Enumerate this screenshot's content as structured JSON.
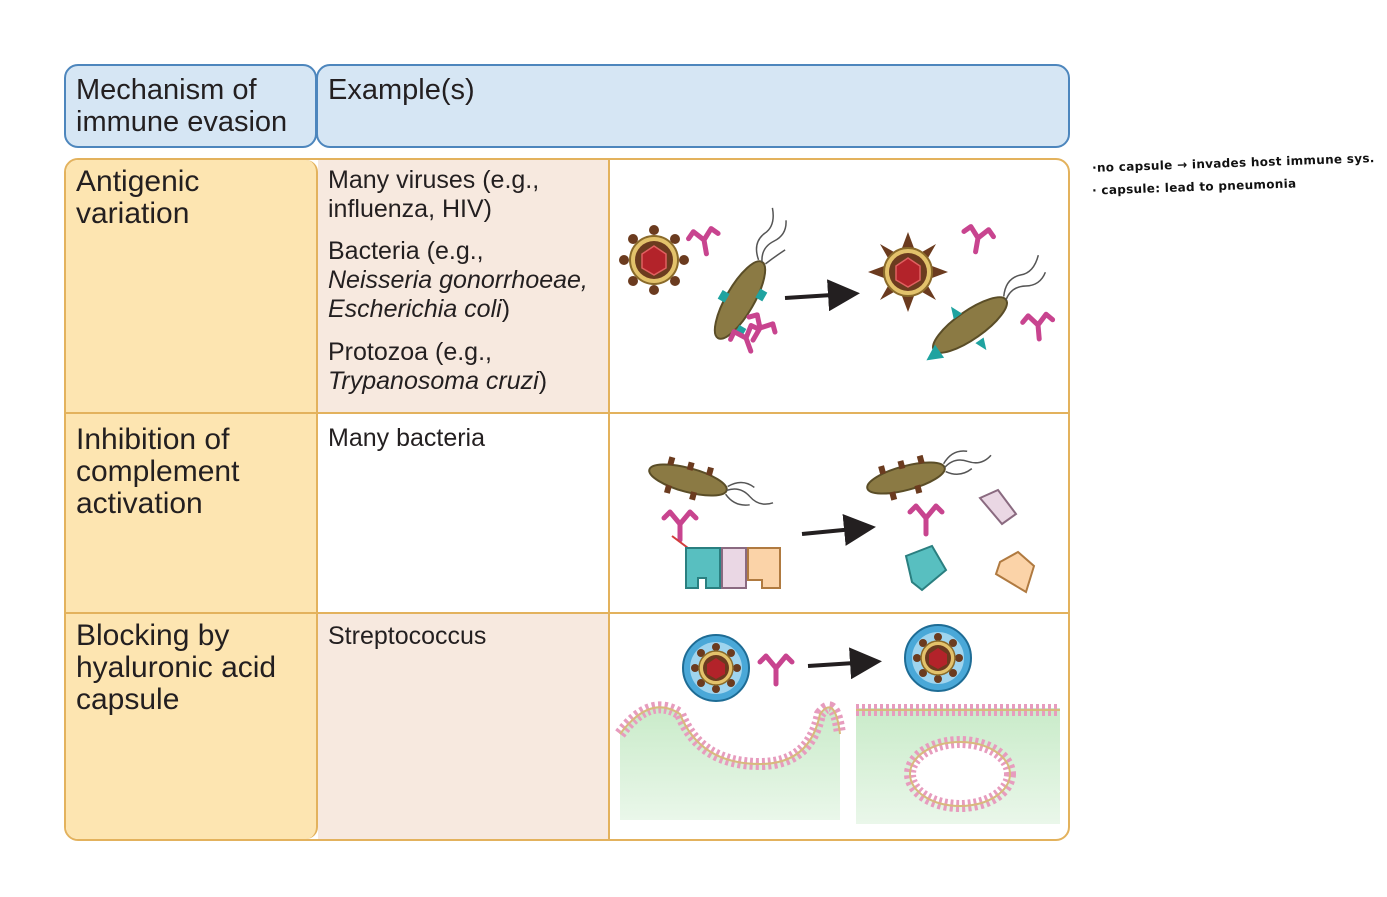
{
  "header": {
    "mechanism": "Mechanism of\nimmune evasion",
    "examples": "Example(s)"
  },
  "rows": [
    {
      "mechanism": "Antigenic\nvariation",
      "examples": {
        "line1": "Many viruses (e.g.,\ninfluenza, HIV)",
        "line2a": "Bacteria (e.g.,",
        "line2b": "Neisseria gonorrhoeae,\nEscherichia coli",
        "line2c": ")",
        "line3a": "Protozoa (e.g.,",
        "line3b": "Trypanosoma cruzi",
        "line3c": ")"
      }
    },
    {
      "mechanism": "Inhibition of\ncomplement\nactivation",
      "examples": {
        "line1": "Many bacteria"
      }
    },
    {
      "mechanism": "Blocking by\nhyaluronic acid\ncapsule",
      "examples": {
        "line1": "Streptococcus"
      }
    }
  ],
  "notes": {
    "note1": "·no capsule → invades host immune sys.",
    "note2": "· capsule: lead to pneumonia"
  },
  "colors": {
    "header_fill": "#d6e6f4",
    "header_border": "#4d86bd",
    "mechanism_fill": "#fde5b1",
    "table_border": "#e3b25d",
    "example_shade": "#f7e9df",
    "antibody": "#c8448f",
    "bacterium": "#8b7a44",
    "virus_core": "#b3232a"
  }
}
